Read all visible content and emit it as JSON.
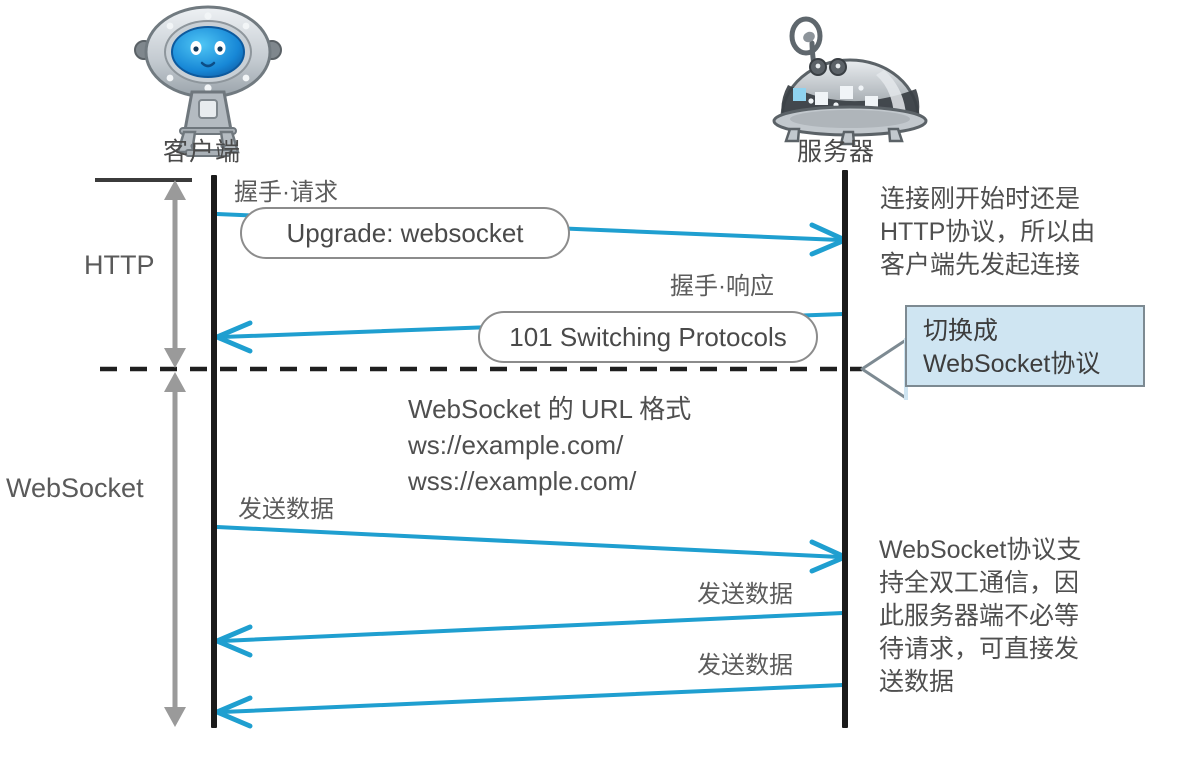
{
  "diagram": {
    "title": "WebSocket handshake sequence diagram",
    "colors": {
      "arrow_blue": "#1f9fd0",
      "lifeline_black": "#1b1b1b",
      "phase_arrow_gray": "#9a9a9a",
      "callout_fill": "#cfe5f2",
      "callout_border": "#7d8a92",
      "text_gray": "#4f4f4f",
      "bubble_border": "#8c8c8c"
    },
    "actors": {
      "client": {
        "label": "客户端",
        "icon": "client-robot-icon"
      },
      "server": {
        "label": "服务器",
        "icon": "server-robot-icon"
      }
    },
    "phases": [
      {
        "id": "http",
        "label": "HTTP"
      },
      {
        "id": "websocket",
        "label": "WebSocket"
      }
    ],
    "messages": [
      {
        "id": "handshake-request",
        "label": "握手·请求",
        "bubble": "Upgrade: websocket",
        "direction": "client-to-server"
      },
      {
        "id": "handshake-response",
        "label": "握手·响应",
        "bubble": "101 Switching Protocols",
        "direction": "server-to-client"
      },
      {
        "id": "send-data-1",
        "label": "发送数据",
        "bubble": null,
        "direction": "client-to-server"
      },
      {
        "id": "send-data-2",
        "label": "发送数据",
        "bubble": null,
        "direction": "server-to-client"
      },
      {
        "id": "send-data-3",
        "label": "发送数据",
        "bubble": null,
        "direction": "server-to-client"
      }
    ],
    "notes": {
      "http_note": "连接刚开始时还是\nHTTP协议，所以由\n客户端先发起连接",
      "websocket_note": "WebSocket协议支\n持全双工通信，因\n此服务器端不必等\n待请求，可直接发\n送数据"
    },
    "callout": {
      "id": "switch-callout",
      "text": "切换成\nWebSocket协议"
    },
    "url_block": "WebSocket 的 URL 格式\nws://example.com/\nwss://example.com/"
  }
}
